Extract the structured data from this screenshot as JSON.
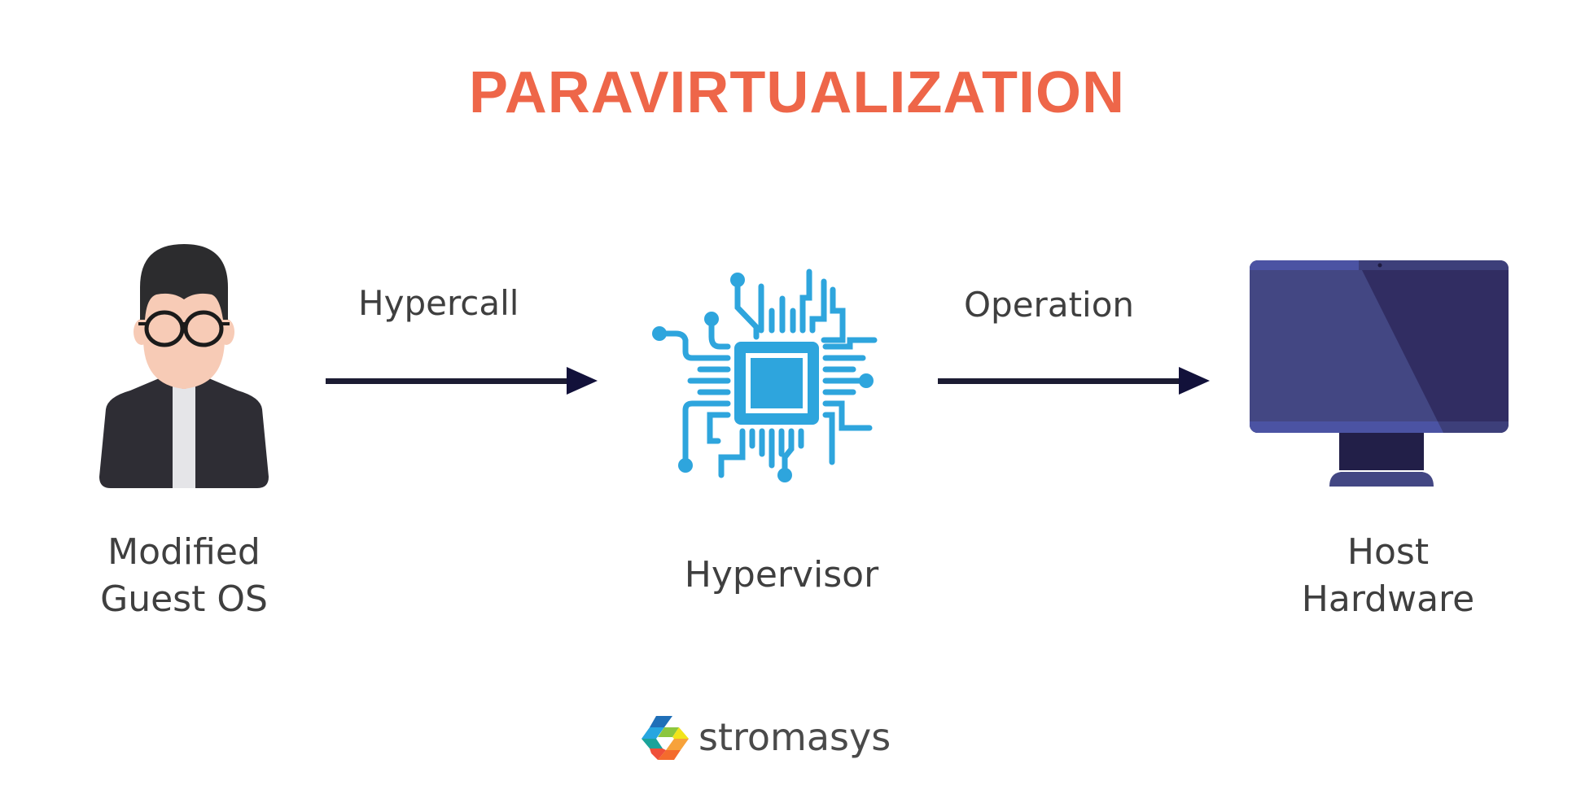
{
  "title": "PARAVIRTUALIZATION",
  "colors": {
    "title": "#EE6649",
    "text": "#3f3f3f",
    "arrow": "#1c1c33",
    "chip": "#2EA5DD",
    "monitor_light": "#434783",
    "monitor_dark": "#312D62",
    "monitor_bezel": "#4B53A3",
    "monitor_stand": "#221F48",
    "hair": "#2C2C2E",
    "skin": "#F7CBB6",
    "neck": "#EFA98E",
    "jacket": "#2E2D34",
    "shirt": "#E5E5E8"
  },
  "nodes": [
    {
      "id": "guest",
      "icon": "person-with-glasses-icon",
      "label_line1": "Modified",
      "label_line2": "Guest OS"
    },
    {
      "id": "hypervisor",
      "icon": "microchip-icon",
      "label": "Hypervisor"
    },
    {
      "id": "hardware",
      "icon": "desktop-monitor-icon",
      "label_line1": "Host",
      "label_line2": "Hardware"
    }
  ],
  "edges": [
    {
      "from": "guest",
      "to": "hypervisor",
      "label": "Hypercall"
    },
    {
      "from": "hypervisor",
      "to": "hardware",
      "label": "Operation"
    }
  ],
  "logo": {
    "icon": "stromasys-logo-icon",
    "text": "stromasys"
  }
}
